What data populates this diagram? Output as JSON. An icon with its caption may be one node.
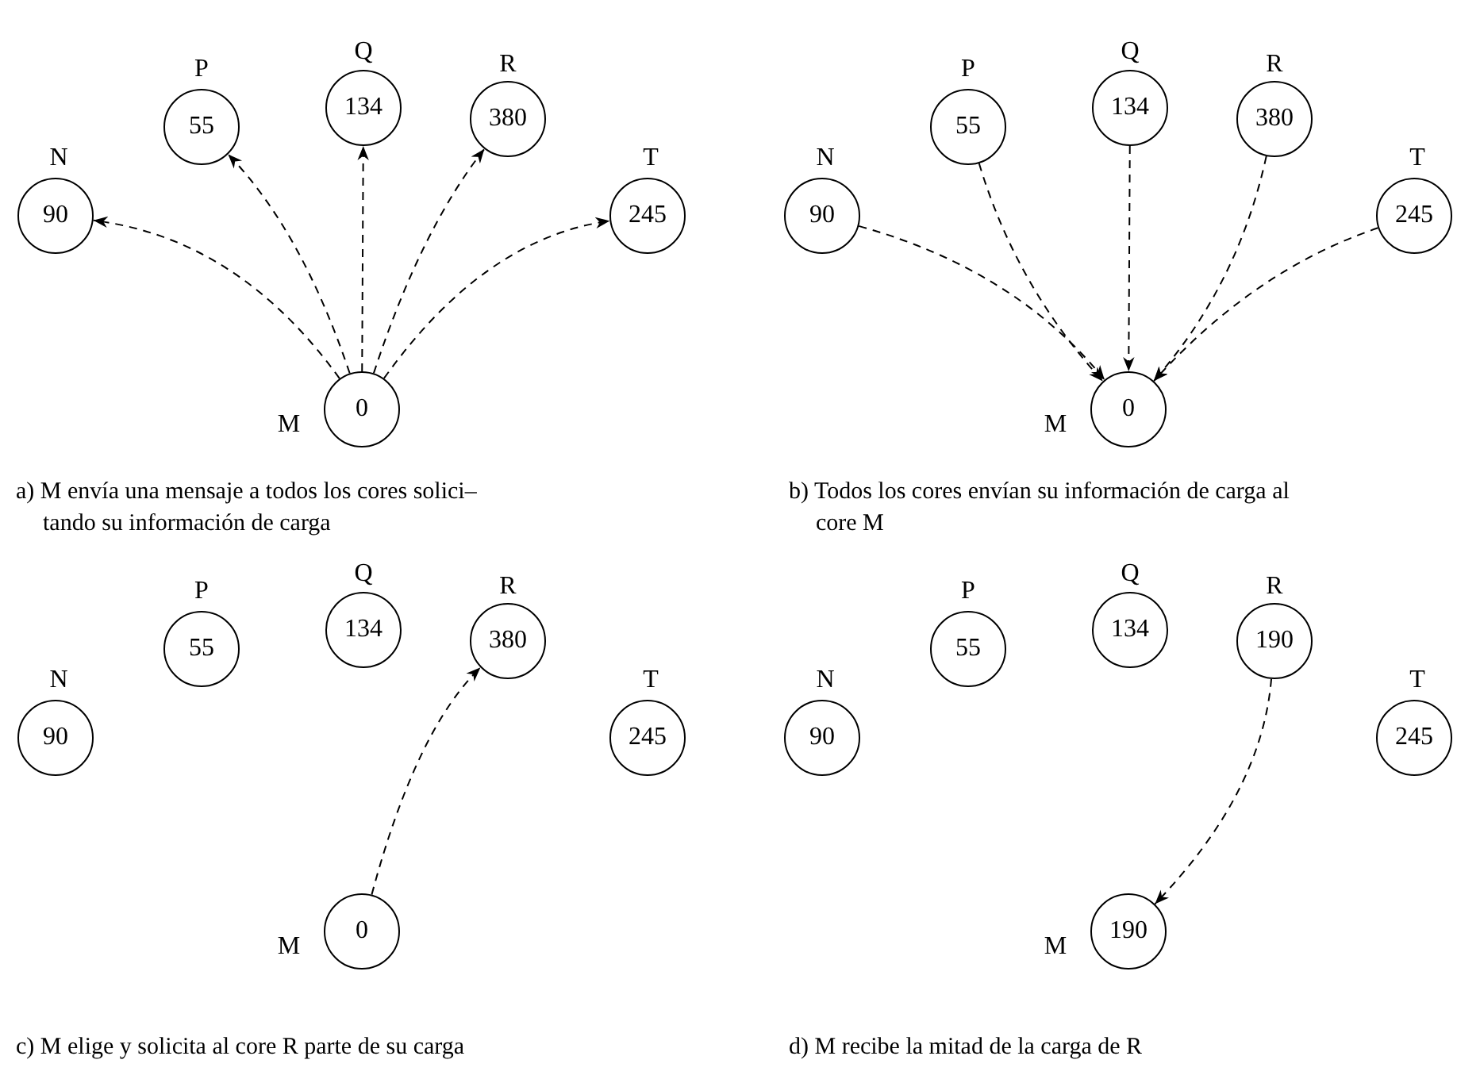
{
  "diagram": {
    "nodes": [
      {
        "text": [
          "90"
        ],
        "beside": [
          "N"
        ]
      },
      {
        "text": [
          "55"
        ],
        "beside": [
          "P"
        ]
      },
      {
        "text": [
          "134"
        ],
        "beside": [
          "Q"
        ]
      },
      {
        "text": [
          "380"
        ],
        "beside": [
          "R"
        ]
      },
      {
        "text": [
          "245"
        ],
        "beside": [
          "T"
        ]
      },
      {
        "text": [
          "0"
        ],
        "beside": [
          "M"
        ]
      },
      {
        "text": [
          "90"
        ],
        "beside": [
          "N"
        ]
      },
      {
        "text": [
          "55"
        ],
        "beside": [
          "P"
        ]
      },
      {
        "text": [
          "134"
        ],
        "beside": [
          "Q"
        ]
      },
      {
        "text": [
          "380"
        ],
        "beside": [
          "R"
        ]
      },
      {
        "text": [
          "245"
        ],
        "beside": [
          "T"
        ]
      },
      {
        "text": [
          "0"
        ],
        "beside": [
          "M"
        ]
      },
      {
        "text": [
          "90"
        ],
        "beside": [
          "N"
        ]
      },
      {
        "text": [
          "55"
        ],
        "beside": [
          "P"
        ]
      },
      {
        "text": [
          "134"
        ],
        "beside": [
          "Q"
        ]
      },
      {
        "text": [
          "380"
        ],
        "beside": [
          "R"
        ]
      },
      {
        "text": [
          "245"
        ],
        "beside": [
          "T"
        ]
      },
      {
        "text": [
          "0"
        ],
        "beside": [
          "M"
        ]
      },
      {
        "text": [
          "90"
        ],
        "beside": [
          "N"
        ]
      },
      {
        "text": [
          "55"
        ],
        "beside": [
          "P"
        ]
      },
      {
        "text": [
          "134"
        ],
        "beside": [
          "Q"
        ]
      },
      {
        "text": [
          "190"
        ],
        "beside": [
          "R"
        ]
      },
      {
        "text": [
          "245"
        ],
        "beside": [
          "T"
        ]
      },
      {
        "text": [
          "190"
        ],
        "beside": [
          "M"
        ]
      }
    ],
    "edges": [
      {
        "from": 5,
        "to": 0,
        "arrow": "to",
        "style": "dashed"
      },
      {
        "from": 5,
        "to": 1,
        "arrow": "to",
        "style": "dashed"
      },
      {
        "from": 5,
        "to": 2,
        "arrow": "to",
        "style": "dashed"
      },
      {
        "from": 5,
        "to": 3,
        "arrow": "to",
        "style": "dashed"
      },
      {
        "from": 5,
        "to": 4,
        "arrow": "to",
        "style": "dashed"
      },
      {
        "from": 6,
        "to": 11,
        "arrow": "to",
        "style": "dashed"
      },
      {
        "from": 7,
        "to": 11,
        "arrow": "to",
        "style": "dashed"
      },
      {
        "from": 8,
        "to": 11,
        "arrow": "to",
        "style": "dashed"
      },
      {
        "from": 9,
        "to": 11,
        "arrow": "to",
        "style": "dashed"
      },
      {
        "from": 10,
        "to": 11,
        "arrow": "to",
        "style": "dashed"
      },
      {
        "from": 17,
        "to": 15,
        "arrow": "to",
        "style": "dashed"
      },
      {
        "from": 21,
        "to": 23,
        "arrow": "to",
        "style": "dashed"
      }
    ],
    "labels": [
      "a) M envía una mensaje a todos los cores solici– tando su información de carga",
      "b) Todos los cores envían su información de carga al core M",
      "c) M elige y solicita al core R parte de su carga",
      "d) M recibe la mitad de la carga de R"
    ]
  }
}
